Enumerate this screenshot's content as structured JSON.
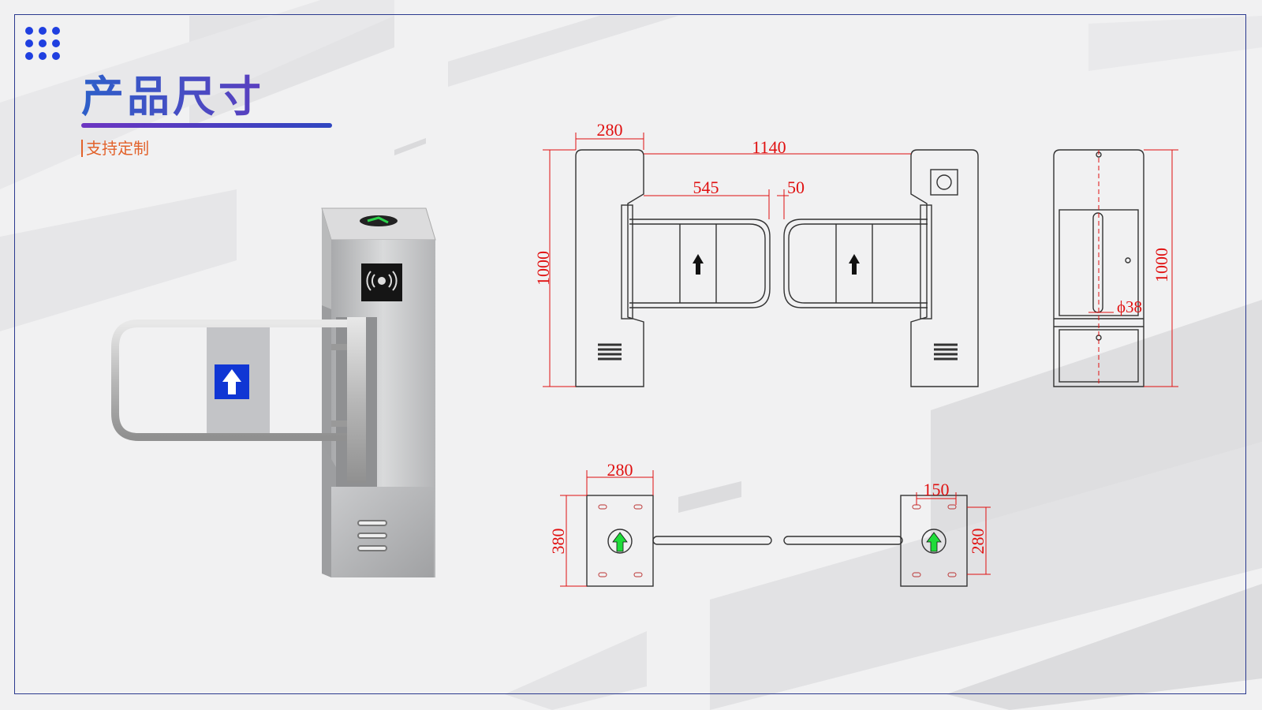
{
  "header": {
    "title": "产品尺寸",
    "subtitle": "支持定制"
  },
  "colors": {
    "frame": "#2b3a8f",
    "accent_blue": "#2d5fc9",
    "accent_purple": "#6c35c1",
    "subtitle": "#e2622b",
    "dimension": "#e01010",
    "arrow_green": "#1fdc3a"
  },
  "icons": [
    "dots-grid-icon",
    "rfid-reader-icon",
    "direction-arrow-icon",
    "vent-grille-icon"
  ],
  "drawing": {
    "front_view": {
      "post_width": "280",
      "overall_width": "1140",
      "gate_width": "545",
      "gap": "50",
      "height": "1000"
    },
    "side_view": {
      "height": "1000",
      "rod_diameter": "ϕ38"
    },
    "top_view": {
      "left_width": "280",
      "left_depth": "380",
      "right_inner": "150",
      "right_depth": "280"
    }
  }
}
